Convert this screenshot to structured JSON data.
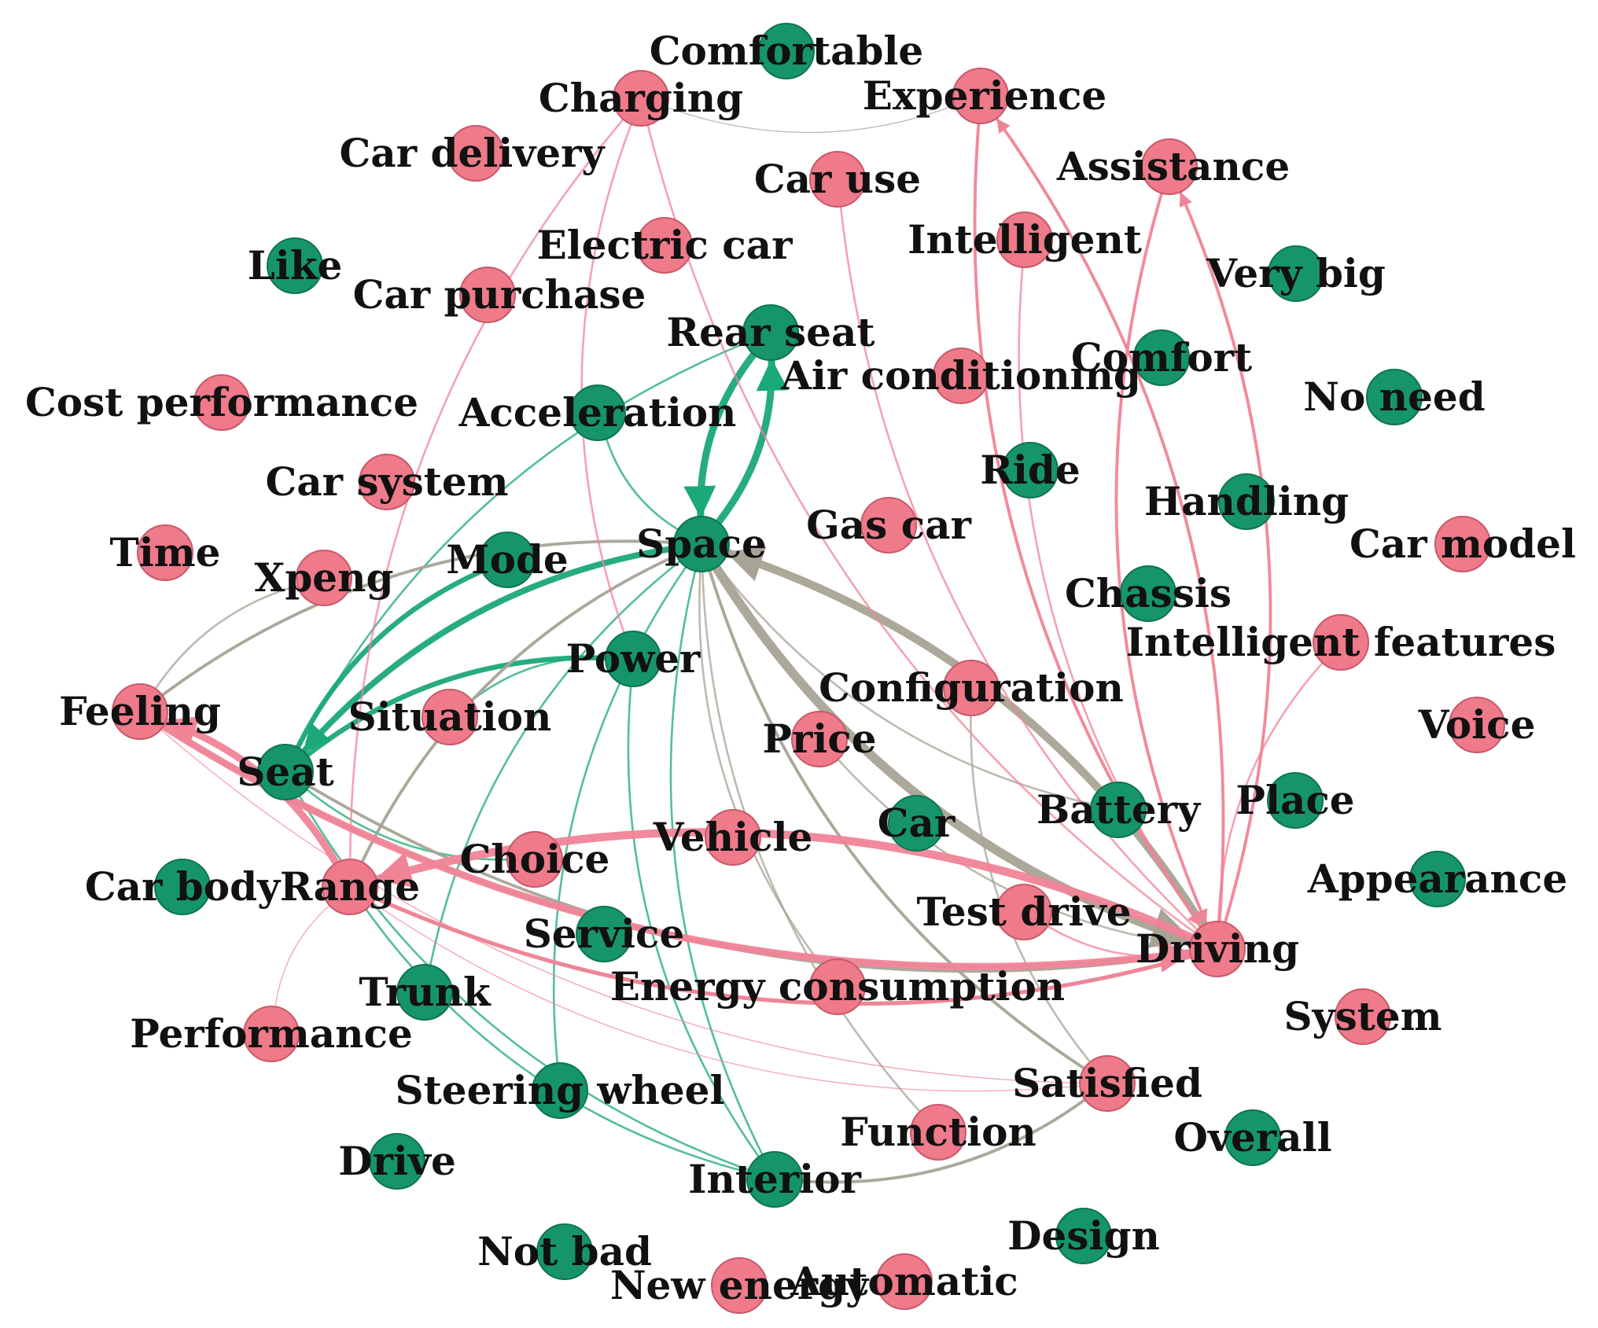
{
  "colors": {
    "pink": "#EE7A8A",
    "green": "#17956A",
    "pink_edge": "#F08497",
    "green_edge": "#1BA87A",
    "gray_edge": "#A8A395",
    "node_stroke_pink": "#C9596B",
    "node_stroke_green": "#0E7550"
  },
  "nodes": [
    {
      "id": "comfortable",
      "label": "Comfortable",
      "color": "green"
    },
    {
      "id": "charging",
      "label": "Charging",
      "color": "pink"
    },
    {
      "id": "experience",
      "label": "Experience",
      "color": "pink"
    },
    {
      "id": "car_delivery",
      "label": "Car delivery",
      "color": "pink"
    },
    {
      "id": "car_use",
      "label": "Car use",
      "color": "pink"
    },
    {
      "id": "assistance",
      "label": "Assistance",
      "color": "pink"
    },
    {
      "id": "electric_car",
      "label": "Electric car",
      "color": "pink"
    },
    {
      "id": "intelligent",
      "label": "Intelligent",
      "color": "pink"
    },
    {
      "id": "like",
      "label": "Like",
      "color": "green"
    },
    {
      "id": "car_purchase",
      "label": "Car purchase",
      "color": "pink"
    },
    {
      "id": "very_big",
      "label": "Very big",
      "color": "green"
    },
    {
      "id": "rear_seat",
      "label": "Rear seat",
      "color": "green"
    },
    {
      "id": "comfort",
      "label": "Comfort",
      "color": "green"
    },
    {
      "id": "air_conditioning",
      "label": "Air conditioning",
      "color": "pink"
    },
    {
      "id": "cost_performance",
      "label": "Cost performance",
      "color": "pink"
    },
    {
      "id": "acceleration",
      "label": "Acceleration",
      "color": "green"
    },
    {
      "id": "no_need",
      "label": "No need",
      "color": "green"
    },
    {
      "id": "car_system",
      "label": "Car system",
      "color": "pink"
    },
    {
      "id": "ride",
      "label": "Ride",
      "color": "green"
    },
    {
      "id": "handling",
      "label": "Handling",
      "color": "green"
    },
    {
      "id": "gas_car",
      "label": "Gas car",
      "color": "pink"
    },
    {
      "id": "time",
      "label": "Time",
      "color": "pink"
    },
    {
      "id": "mode",
      "label": "Mode",
      "color": "green"
    },
    {
      "id": "space",
      "label": "Space",
      "color": "green"
    },
    {
      "id": "car_model",
      "label": "Car model",
      "color": "pink"
    },
    {
      "id": "xpeng",
      "label": "Xpeng",
      "color": "pink"
    },
    {
      "id": "chassis",
      "label": "Chassis",
      "color": "green"
    },
    {
      "id": "intelligent_features",
      "label": "Intelligent features",
      "color": "pink"
    },
    {
      "id": "power",
      "label": "Power",
      "color": "green"
    },
    {
      "id": "configuration",
      "label": "Configuration",
      "color": "pink"
    },
    {
      "id": "feeling",
      "label": "Feeling",
      "color": "pink"
    },
    {
      "id": "situation",
      "label": "Situation",
      "color": "pink"
    },
    {
      "id": "voice",
      "label": "Voice",
      "color": "pink"
    },
    {
      "id": "price",
      "label": "Price",
      "color": "pink"
    },
    {
      "id": "seat",
      "label": "Seat",
      "color": "green"
    },
    {
      "id": "place",
      "label": "Place",
      "color": "green"
    },
    {
      "id": "battery",
      "label": "Battery",
      "color": "green"
    },
    {
      "id": "car",
      "label": "Car",
      "color": "green"
    },
    {
      "id": "vehicle",
      "label": "Vehicle",
      "color": "pink"
    },
    {
      "id": "choice",
      "label": "Choice",
      "color": "pink"
    },
    {
      "id": "car_body",
      "label": "Car body",
      "color": "green"
    },
    {
      "id": "range",
      "label": "Range",
      "color": "pink"
    },
    {
      "id": "appearance",
      "label": "Appearance",
      "color": "green"
    },
    {
      "id": "test_drive",
      "label": "Test drive",
      "color": "pink"
    },
    {
      "id": "service",
      "label": "Service",
      "color": "green"
    },
    {
      "id": "driving",
      "label": "Driving",
      "color": "pink"
    },
    {
      "id": "trunk",
      "label": "Trunk",
      "color": "green"
    },
    {
      "id": "energy_consumption",
      "label": "Energy consumption",
      "color": "pink"
    },
    {
      "id": "system",
      "label": "System",
      "color": "pink"
    },
    {
      "id": "performance",
      "label": "Performance",
      "color": "pink"
    },
    {
      "id": "satisfied",
      "label": "Satisfied",
      "color": "pink"
    },
    {
      "id": "steering_wheel",
      "label": "Steering wheel",
      "color": "green"
    },
    {
      "id": "function",
      "label": "Function",
      "color": "pink"
    },
    {
      "id": "overall",
      "label": "Overall",
      "color": "green"
    },
    {
      "id": "drive",
      "label": "Drive",
      "color": "green"
    },
    {
      "id": "interior",
      "label": "Interior",
      "color": "green"
    },
    {
      "id": "design",
      "label": "Design",
      "color": "green"
    },
    {
      "id": "not_bad",
      "label": "Not bad",
      "color": "green"
    },
    {
      "id": "new_energy",
      "label": "New energy",
      "color": "pink"
    },
    {
      "id": "automatic",
      "label": "Automatic",
      "color": "pink"
    }
  ],
  "edges": [
    {
      "source": "space",
      "target": "rear_seat",
      "color": "green",
      "weight": 7,
      "arrow": true
    },
    {
      "source": "rear_seat",
      "target": "space",
      "color": "green",
      "weight": 7,
      "arrow": true
    },
    {
      "source": "space",
      "target": "seat",
      "color": "green",
      "weight": 6,
      "arrow": true
    },
    {
      "source": "mode",
      "target": "seat",
      "color": "green",
      "weight": 5
    },
    {
      "source": "power",
      "target": "seat",
      "color": "green",
      "weight": 5
    },
    {
      "source": "rear_seat",
      "target": "seat",
      "color": "green",
      "weight": 2
    },
    {
      "source": "space",
      "target": "trunk",
      "color": "green",
      "weight": 2
    },
    {
      "source": "space",
      "target": "interior",
      "color": "green",
      "weight": 2
    },
    {
      "source": "power",
      "target": "interior",
      "color": "green",
      "weight": 2
    },
    {
      "source": "power",
      "target": "situation",
      "color": "green",
      "weight": 2
    },
    {
      "source": "space",
      "target": "steering_wheel",
      "color": "green",
      "weight": 2
    },
    {
      "source": "seat",
      "target": "interior",
      "color": "green",
      "weight": 2
    },
    {
      "source": "range",
      "target": "interior",
      "color": "green",
      "weight": 2
    },
    {
      "source": "seat",
      "target": "choice",
      "color": "green",
      "weight": 2
    },
    {
      "source": "acceleration",
      "target": "space",
      "color": "green",
      "weight": 2
    },
    {
      "source": "space",
      "target": "driving",
      "color": "gray",
      "weight": 9,
      "arrow": true
    },
    {
      "source": "driving",
      "target": "space",
      "color": "gray",
      "weight": 8,
      "arrow": true
    },
    {
      "source": "space",
      "target": "feeling",
      "color": "gray",
      "weight": 3
    },
    {
      "source": "space",
      "target": "range",
      "color": "gray",
      "weight": 3
    },
    {
      "source": "space",
      "target": "satisfied",
      "color": "gray",
      "weight": 3
    },
    {
      "source": "space",
      "target": "function",
      "color": "gray",
      "weight": 2
    },
    {
      "source": "space",
      "target": "energy_consumption",
      "color": "gray",
      "weight": 2
    },
    {
      "source": "space",
      "target": "battery",
      "color": "gray",
      "weight": 2
    },
    {
      "source": "feeling",
      "target": "driving",
      "color": "gray",
      "weight": 3
    },
    {
      "source": "seat",
      "target": "driving",
      "color": "gray",
      "weight": 3
    },
    {
      "source": "range",
      "target": "driving",
      "color": "gray",
      "weight": 3
    },
    {
      "source": "interior",
      "target": "satisfied",
      "color": "gray",
      "weight": 3
    },
    {
      "source": "configuration",
      "target": "satisfied",
      "color": "gray",
      "weight": 2
    },
    {
      "source": "price",
      "target": "driving",
      "color": "gray",
      "weight": 2
    },
    {
      "source": "xpeng",
      "target": "feeling",
      "color": "gray",
      "weight": 2
    },
    {
      "source": "charging",
      "target": "experience",
      "color": "gray",
      "weight": 1
    },
    {
      "source": "range",
      "target": "feeling",
      "color": "pink",
      "weight": 7,
      "arrow": true
    },
    {
      "source": "driving",
      "target": "range",
      "color": "pink",
      "weight": 8,
      "arrow": true
    },
    {
      "source": "feeling",
      "target": "driving",
      "color": "pink",
      "weight": 7,
      "arrow": true
    },
    {
      "source": "range",
      "target": "driving",
      "color": "pink",
      "weight": 4
    },
    {
      "source": "driving",
      "target": "experience",
      "color": "pink",
      "weight": 3,
      "arrow": true
    },
    {
      "source": "experience",
      "target": "driving",
      "color": "pink",
      "weight": 3,
      "arrow": true
    },
    {
      "source": "driving",
      "target": "assistance",
      "color": "pink",
      "weight": 3,
      "arrow": true
    },
    {
      "source": "assistance",
      "target": "driving",
      "color": "pink",
      "weight": 3,
      "arrow": true
    },
    {
      "source": "charging",
      "target": "range",
      "color": "pink",
      "weight": 2
    },
    {
      "source": "charging",
      "target": "power",
      "color": "pink",
      "weight": 2
    },
    {
      "source": "charging",
      "target": "driving",
      "color": "pink",
      "weight": 2
    },
    {
      "source": "car_use",
      "target": "driving",
      "color": "pink",
      "weight": 2
    },
    {
      "source": "intelligent",
      "target": "driving",
      "color": "pink",
      "weight": 2
    },
    {
      "source": "intelligent_features",
      "target": "driving",
      "color": "pink",
      "weight": 2
    },
    {
      "source": "range",
      "target": "performance",
      "color": "pink",
      "weight": 1
    },
    {
      "source": "range",
      "target": "satisfied",
      "color": "pink",
      "weight": 1
    },
    {
      "source": "feeling",
      "target": "satisfied",
      "color": "pink",
      "weight": 1
    },
    {
      "source": "test_drive",
      "target": "driving",
      "color": "pink",
      "weight": 2
    }
  ]
}
